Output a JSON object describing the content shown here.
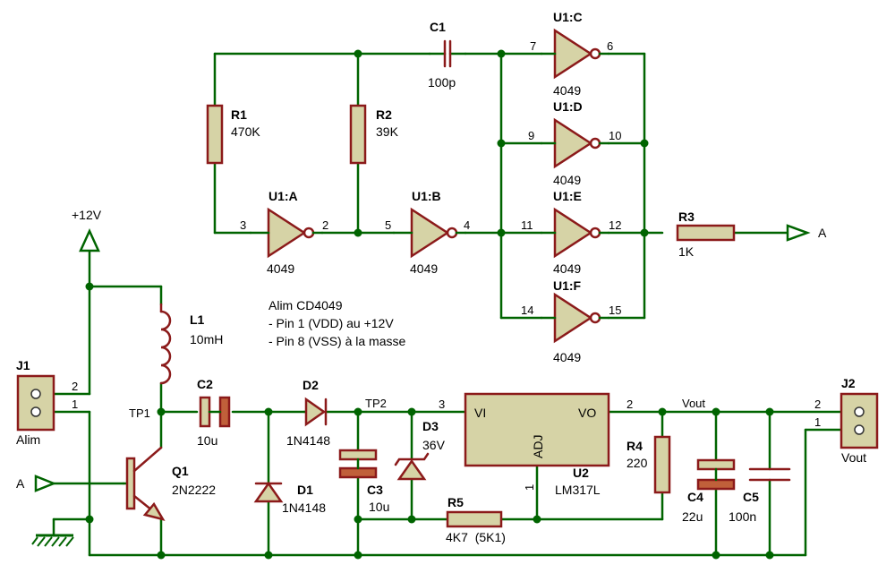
{
  "supply": "+12V",
  "components": {
    "R1": {
      "ref": "R1",
      "value": "470K"
    },
    "R2": {
      "ref": "R2",
      "value": "39K"
    },
    "R3": {
      "ref": "R3",
      "value": "1K"
    },
    "R4": {
      "ref": "R4",
      "value": "220"
    },
    "R5": {
      "ref": "R5",
      "value": "4K7  (5K1)"
    },
    "C1": {
      "ref": "C1",
      "value": "100p"
    },
    "C2": {
      "ref": "C2",
      "value": "10u"
    },
    "C3": {
      "ref": "C3",
      "value": "10u"
    },
    "C4": {
      "ref": "C4",
      "value": "22u"
    },
    "C5": {
      "ref": "C5",
      "value": "100n"
    },
    "L1": {
      "ref": "L1",
      "value": "10mH"
    },
    "D1": {
      "ref": "D1",
      "value": "1N4148"
    },
    "D2": {
      "ref": "D2",
      "value": "1N4148"
    },
    "D3": {
      "ref": "D3",
      "value": "36V"
    },
    "Q1": {
      "ref": "Q1",
      "value": "2N2222"
    },
    "U2": {
      "ref": "U2",
      "value": "LM317L",
      "vi": "VI",
      "vo": "VO",
      "adj": "ADJ"
    },
    "UA": {
      "ref": "U1:A",
      "value": "4049",
      "in": "3",
      "out": "2"
    },
    "UB": {
      "ref": "U1:B",
      "value": "4049",
      "in": "5",
      "out": "4"
    },
    "UC": {
      "ref": "U1:C",
      "value": "4049",
      "in": "7",
      "out": "6"
    },
    "UD": {
      "ref": "U1:D",
      "value": "4049",
      "in": "9",
      "out": "10"
    },
    "UE": {
      "ref": "U1:E",
      "value": "4049",
      "in": "11",
      "out": "12"
    },
    "UF": {
      "ref": "U1:F",
      "value": "4049",
      "in": "14",
      "out": "15"
    },
    "J1": {
      "ref": "J1",
      "value": "Alim",
      "pin2": "2",
      "pin1": "1"
    },
    "J2": {
      "ref": "J2",
      "value": "Vout",
      "pin2": "2",
      "pin1": "1"
    }
  },
  "pin_labels": {
    "u2_in": "3",
    "u2_out": "2",
    "u2_adj": "1"
  },
  "nets": {
    "tp1": "TP1",
    "tp2": "TP2",
    "vout": "Vout",
    "a_out": "A",
    "a_in": "A"
  },
  "note": {
    "line1": "Alim CD4049",
    "line2": "- Pin 1 (VDD) au +12V",
    "line3": "- Pin 8 (VSS) à la masse"
  }
}
